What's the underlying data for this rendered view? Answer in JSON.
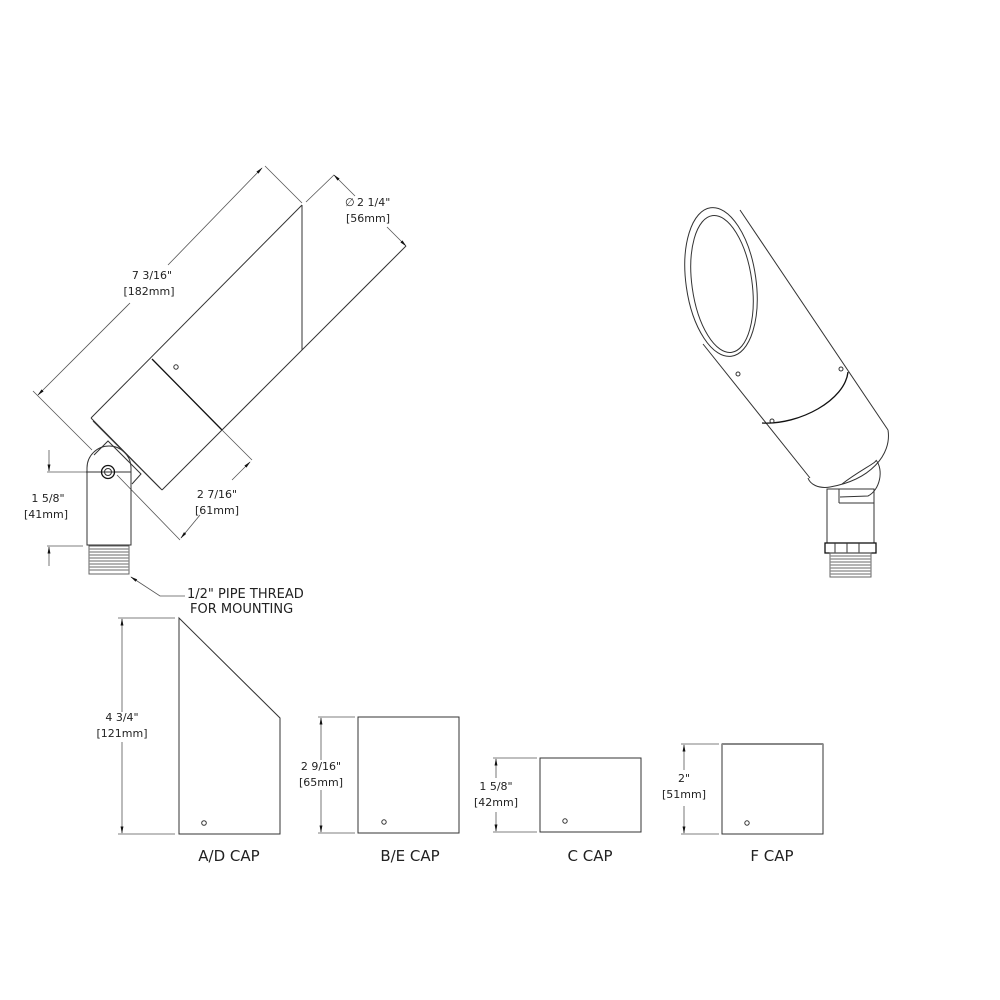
{
  "drawing": {
    "side_view": {
      "overall_length": {
        "imperial": "7 3/16\"",
        "metric": "[182mm]"
      },
      "diameter": {
        "symbol": "∅",
        "imperial": "2 1/4\"",
        "metric": "[56mm]"
      },
      "cap_length": {
        "imperial": "2 7/16\"",
        "metric": "[61mm]"
      },
      "knuckle_height": {
        "imperial": "1 5/8\"",
        "metric": "[41mm]"
      },
      "thread_note": [
        "1/2\" PIPE THREAD",
        "FOR MOUNTING"
      ]
    },
    "caps": [
      {
        "label": "A/D CAP",
        "imperial": "4 3/4\"",
        "metric": "[121mm]"
      },
      {
        "label": "B/E CAP",
        "imperial": "2 9/16\"",
        "metric": "[65mm]"
      },
      {
        "label": "C CAP",
        "imperial": "1 5/8\"",
        "metric": "[42mm]"
      },
      {
        "label": "F CAP",
        "imperial": "2\"",
        "metric": "[51mm]"
      }
    ]
  },
  "colors": {
    "line": "#333333",
    "background": "#ffffff"
  }
}
